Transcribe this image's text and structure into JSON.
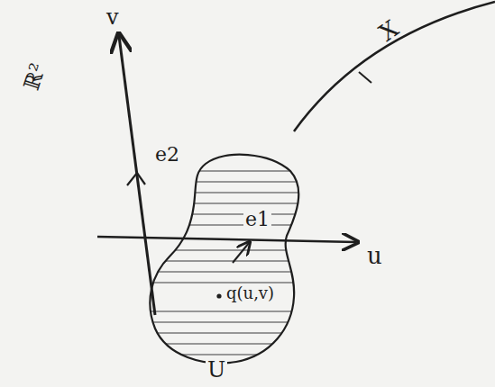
{
  "diagram": {
    "labels": [
      "ℝ²",
      "v",
      "e2",
      "e1",
      "u",
      "q(u,v)",
      "U",
      "X"
    ]
  }
}
